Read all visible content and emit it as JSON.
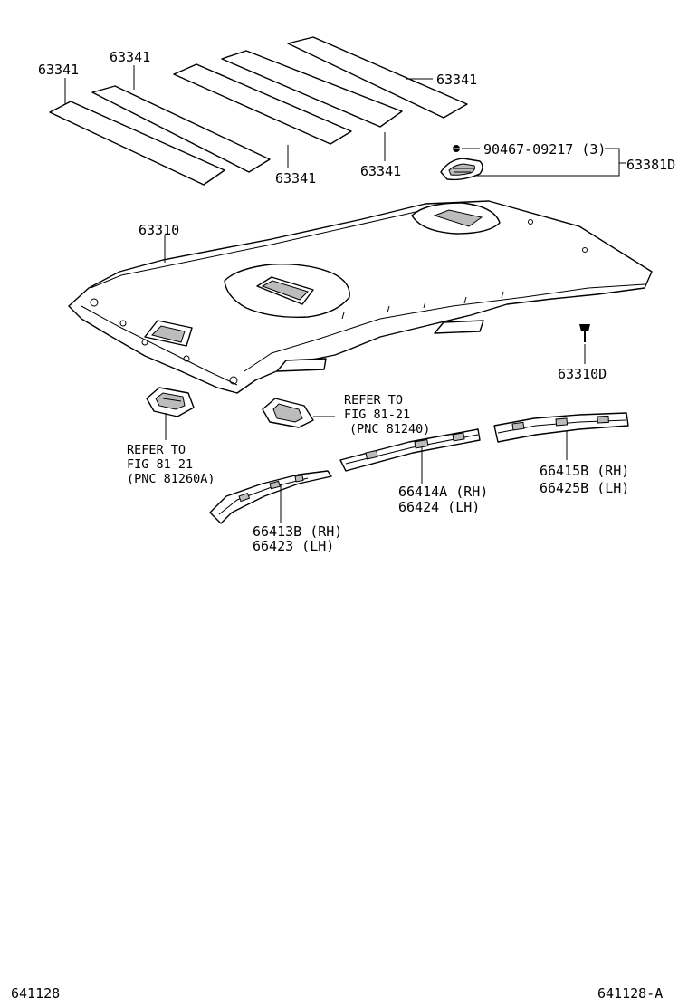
{
  "labels": {
    "pad_1": "63341",
    "pad_2": "63341",
    "pad_3": "63341",
    "pad_4": "63341",
    "pad_5": "63341",
    "screw_qty": "90467-09217 (3)",
    "lamp_assy": "63381D",
    "headliner": "63310",
    "clip": "63310D",
    "ref_left_1": "REFER TO",
    "ref_left_2": "FIG 81-21",
    "ref_left_3": "(PNC 81260A)",
    "ref_mid_1": "REFER TO",
    "ref_mid_2": "FIG 81-21",
    "ref_mid_3": "(PNC 81240)",
    "rail_front_rh": "66413B (RH)",
    "rail_front_lh": "66423  (LH)",
    "rail_mid_rh": "66414A (RH)",
    "rail_mid_lh": "66424  (LH)",
    "rail_rear_rh": "66415B (RH)",
    "rail_rear_lh": "66425B (LH)"
  },
  "footer": {
    "left_code": "641128",
    "right_code": "641128-A"
  },
  "colors": {
    "line": "#000000",
    "background": "#ffffff",
    "shade": "#bcbcbc"
  }
}
